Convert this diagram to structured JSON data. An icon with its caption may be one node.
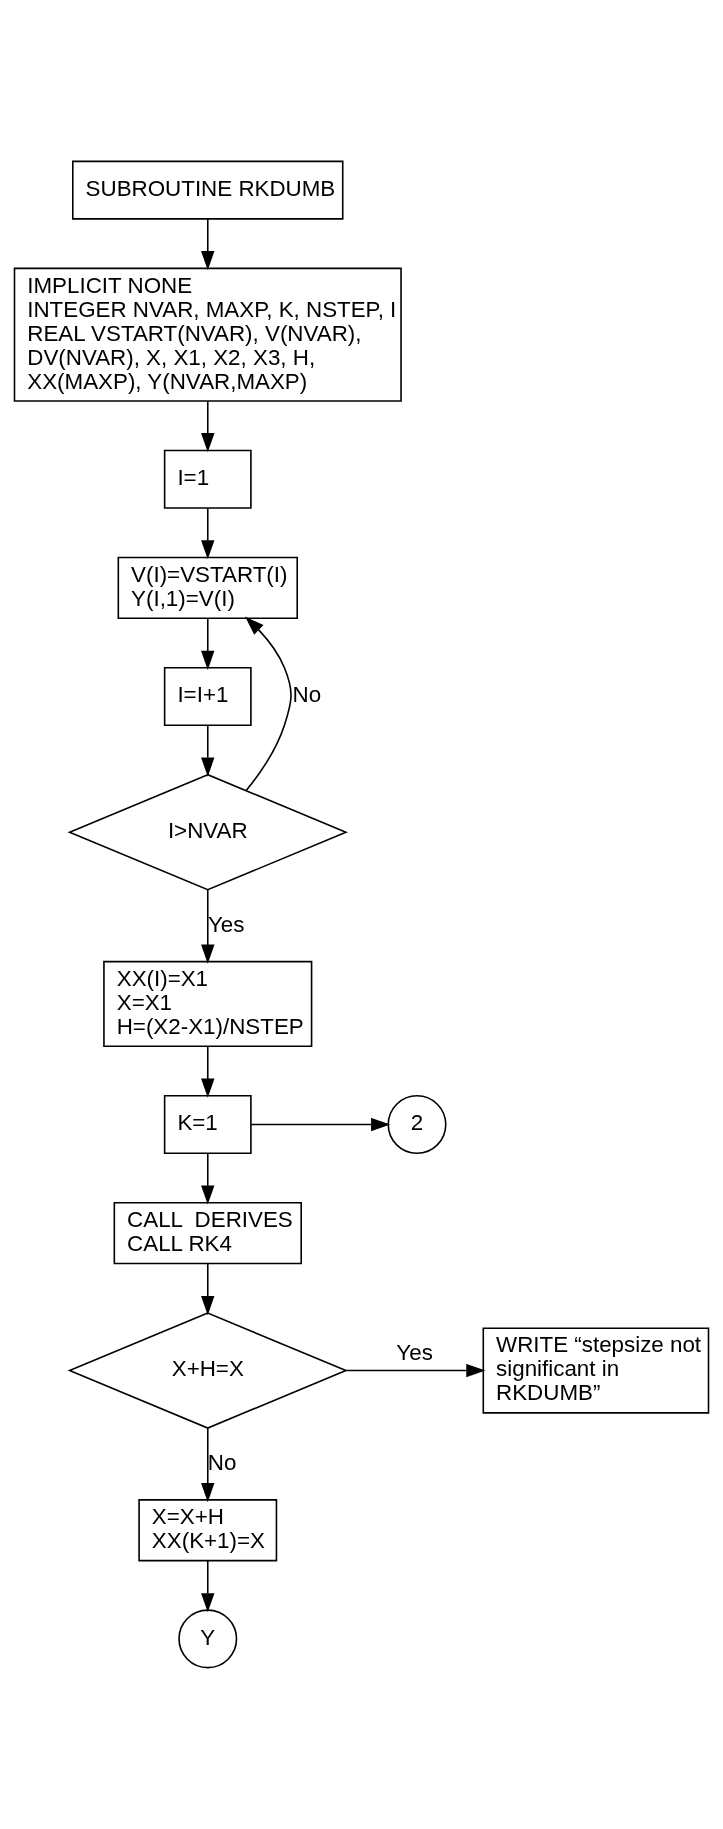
{
  "diagram": {
    "nodes": [
      {
        "text": [
          "SUBROUTINE RKDUMB"
        ]
      },
      {
        "text": [
          "IMPLICIT NONE",
          "INTEGER NVAR, MAXP, K, NSTEP, I",
          "REAL VSTART(NVAR), V(NVAR), DV(NVAR), X, X1, X2, X3, H, XX(MAXP), Y(NVAR,MAXP)"
        ]
      },
      {
        "text": [
          "I=1"
        ]
      },
      {
        "text": [
          "V(I)=VSTART(I)",
          "Y(I,1)=V(I)"
        ]
      },
      {
        "text": [
          "I=I+1"
        ]
      },
      {
        "text": [
          "I>NVAR"
        ]
      },
      {
        "text": [
          "XX(I)=X1",
          "X=X1",
          "H=(X2-X1)/NSTEP"
        ]
      },
      {
        "text": [
          "K=1"
        ]
      },
      {
        "text": [
          "2"
        ]
      },
      {
        "text": [
          "CALL  DERIVES",
          "CALL RK4"
        ]
      },
      {
        "text": [
          "X+H=X"
        ]
      },
      {
        "text": [
          "WRITE “stepsize not significant in RKDUMB”"
        ]
      },
      {
        "text": [
          "X=X+H",
          "XX(K+1)=X"
        ]
      },
      {
        "text": [
          "Y"
        ]
      }
    ],
    "edges": [
      {
        "from": 0,
        "to": 1,
        "arrow": "to"
      },
      {
        "from": 1,
        "to": 2,
        "arrow": "to"
      },
      {
        "from": 2,
        "to": 3,
        "arrow": "to"
      },
      {
        "from": 3,
        "to": 4,
        "arrow": "to"
      },
      {
        "from": 4,
        "to": 5,
        "arrow": "to"
      },
      {
        "from": 5,
        "to": 3,
        "arrow": "to",
        "label": "No"
      },
      {
        "from": 5,
        "to": 6,
        "arrow": "to",
        "label": "Yes"
      },
      {
        "from": 6,
        "to": 7,
        "arrow": "to"
      },
      {
        "from": 7,
        "to": 8,
        "arrow": "to"
      },
      {
        "from": 7,
        "to": 9,
        "arrow": "to"
      },
      {
        "from": 9,
        "to": 10,
        "arrow": "to"
      },
      {
        "from": 10,
        "to": 11,
        "arrow": "to",
        "label": "Yes"
      },
      {
        "from": 10,
        "to": 12,
        "arrow": "to",
        "label": "No"
      },
      {
        "from": 12,
        "to": 13,
        "arrow": "to"
      }
    ]
  }
}
